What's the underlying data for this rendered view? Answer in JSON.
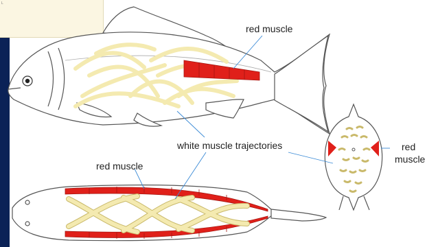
{
  "corner_note": "L",
  "labels": {
    "red_muscle_top": "red muscle",
    "white_muscle_trajectories": "white muscle trajectories",
    "red_muscle_left": "red muscle",
    "red_muscle_right_1": "red",
    "red_muscle_right_2": "muscle"
  },
  "colors": {
    "red_muscle": "#e0201a",
    "white_muscle": "#f4eab0",
    "white_muscle_outline": "#c9b96a",
    "outline": "#555555",
    "leader_line": "#3a8ad6"
  }
}
